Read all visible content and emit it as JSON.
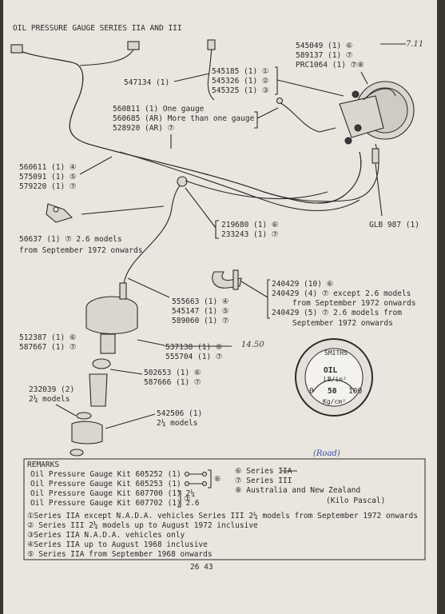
{
  "title": "OIL PRESSURE GAUGE  SERIES IIA AND III",
  "handwritten": {
    "top_right": "7.11",
    "mid_right": "14.50",
    "bottom_note": "(Road)"
  },
  "gauge_face": {
    "brand": "SMITHS",
    "label": "OIL",
    "unit": "LB/in²",
    "scale": [
      "0",
      "50",
      "100"
    ],
    "subunit": "Kg/cm²"
  },
  "callouts": {
    "c545049": [
      "545049 (1) ⑥",
      "589137 (1) ⑦",
      "PRC1064 (1) ⑦⑧"
    ],
    "c547134": [
      "547134 (1)"
    ],
    "c545185": [
      "545185 (1) ①",
      "545326 (1) ②",
      "545325 (1) ③"
    ],
    "c560811": [
      "560811 (1) One gauge",
      "560685 (AR) More than one gauge",
      "528920 (AR) ⑦"
    ],
    "c560611": [
      "560611 (1) ④",
      "575091 (1) ⑤",
      "579220 (1) ⑦"
    ],
    "c219680": [
      "219680 (1) ⑥",
      "233243 (1) ⑦"
    ],
    "glb": [
      "GLB 987 (1)"
    ],
    "c50637": [
      "50637 (1) ⑦ 2.6 models",
      "from September 1972 onwards"
    ],
    "c240429": [
      "240429 (10) ⑥",
      "240429 (4) ⑦ except 2.6 models",
      "from September 1972 onwards",
      "240429 (5) ⑦ 2.6 models from",
      "September 1972 onwards"
    ],
    "c555663": [
      "555663 (1) ④",
      "545147 (1) ⑤",
      "589060 (1) ⑦"
    ],
    "c512387": [
      "512387 (1) ⑥",
      "587667 (1) ⑦"
    ],
    "c537138": [
      "537138 (1) ⑥",
      "555704 (1) ⑦"
    ],
    "c502653": [
      "502653 (1) ⑥",
      "587666 (1) ⑦"
    ],
    "c232039": [
      "232039 (2)",
      "2¼ models"
    ],
    "c542506": [
      "542506 (1)",
      "2¼ models"
    ]
  },
  "remarks": {
    "heading": "REMARKS",
    "kits": [
      "Oil Pressure Gauge Kit 605252 (1)",
      "Oil Pressure Gauge Kit 605253 (1)",
      "Oil Pressure Gauge Kit 607700 (1) 2¼",
      "Oil Pressure Gauge Kit 607702 (1) 2.6"
    ],
    "kit_marks": [
      "⑥",
      "⑦"
    ],
    "legend": [
      "⑥ Series IIA",
      "⑦ Series III",
      "⑧ Australia and New Zealand",
      "(Kilo Pascal)"
    ],
    "notes": [
      "①Series IIA except N.A.D.A. vehicles Series III 2¼ models from September 1972 onwards",
      "② Series III 2¼ models up to August 1972 inclusive",
      "③Series IIA N.A.D.A. vehicles only",
      "④Series IIA up to August 1968 inclusive",
      "⑤ Series IIA from September 1968 onwards"
    ]
  },
  "page_number": "26  43"
}
